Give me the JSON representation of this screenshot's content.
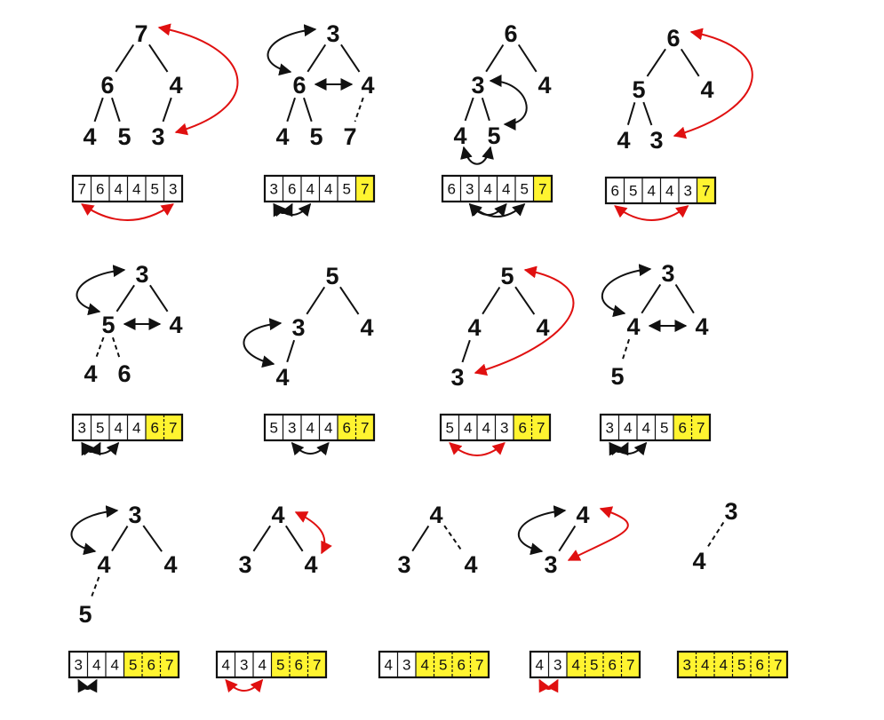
{
  "colors": {
    "ink": "#111111",
    "red": "#e01010",
    "sorted_fill": "#fff430"
  },
  "steps": [
    {
      "tree": {
        "nodes": [
          "7",
          "6",
          "4",
          "4",
          "5",
          "3"
        ],
        "edges": [
          [
            0,
            1,
            "s"
          ],
          [
            0,
            2,
            "s"
          ],
          [
            1,
            3,
            "s"
          ],
          [
            1,
            4,
            "s"
          ],
          [
            2,
            5,
            "s"
          ]
        ]
      },
      "array": {
        "values": [
          "7",
          "6",
          "4",
          "4",
          "5",
          "3"
        ],
        "sorted_from": 6
      },
      "tree_arrows": [
        {
          "from": 0,
          "to": 5,
          "color": "red",
          "style": "swap-curve"
        }
      ],
      "array_arrows": [
        {
          "from": 0,
          "to": 5,
          "color": "red"
        }
      ]
    },
    {
      "tree": {
        "nodes": [
          "3",
          "6",
          "4",
          "4",
          "5",
          "7"
        ],
        "edges": [
          [
            0,
            1,
            "s"
          ],
          [
            0,
            2,
            "s"
          ],
          [
            1,
            3,
            "s"
          ],
          [
            1,
            4,
            "s"
          ],
          [
            2,
            5,
            "d"
          ]
        ]
      },
      "array": {
        "values": [
          "3",
          "6",
          "4",
          "4",
          "5",
          "7"
        ],
        "sorted_from": 5
      },
      "tree_arrows": [
        {
          "from": 0,
          "to": 1,
          "color": "black",
          "style": "compare-left"
        },
        {
          "from": 1,
          "to": 2,
          "color": "black",
          "style": "compare-horizontal"
        }
      ],
      "array_arrows": [
        {
          "from": 0,
          "to": 1,
          "color": "black"
        },
        {
          "from": 0,
          "to": 2,
          "color": "black"
        }
      ]
    },
    {
      "tree": {
        "nodes": [
          "6",
          "3",
          "4",
          "4",
          "5"
        ],
        "edges": [
          [
            0,
            1,
            "s"
          ],
          [
            0,
            2,
            "s"
          ],
          [
            1,
            3,
            "s"
          ],
          [
            1,
            4,
            "s"
          ]
        ]
      },
      "array": {
        "values": [
          "6",
          "3",
          "4",
          "4",
          "5",
          "7"
        ],
        "sorted_from": 5
      },
      "tree_arrows": [
        {
          "from": 1,
          "to": 4,
          "color": "black",
          "style": "compare-right"
        },
        {
          "from": 3,
          "to": 4,
          "color": "black",
          "style": "compare-bottom"
        }
      ],
      "array_arrows": [
        {
          "from": 1,
          "to": 3,
          "color": "black"
        },
        {
          "from": 1,
          "to": 4,
          "color": "black"
        }
      ]
    },
    {
      "tree": {
        "nodes": [
          "6",
          "5",
          "4",
          "4",
          "3"
        ],
        "edges": [
          [
            0,
            1,
            "s"
          ],
          [
            0,
            2,
            "s"
          ],
          [
            1,
            3,
            "s"
          ],
          [
            1,
            4,
            "s"
          ]
        ]
      },
      "array": {
        "values": [
          "6",
          "5",
          "4",
          "4",
          "3",
          "7"
        ],
        "sorted_from": 5
      },
      "tree_arrows": [
        {
          "from": 0,
          "to": 4,
          "color": "red",
          "style": "swap-curve"
        }
      ],
      "array_arrows": [
        {
          "from": 0,
          "to": 4,
          "color": "red"
        }
      ]
    },
    {
      "tree": {
        "nodes": [
          "3",
          "5",
          "4",
          "4",
          "6"
        ],
        "edges": [
          [
            0,
            1,
            "s"
          ],
          [
            0,
            2,
            "s"
          ],
          [
            1,
            3,
            "d"
          ],
          [
            1,
            4,
            "d"
          ]
        ]
      },
      "array": {
        "values": [
          "3",
          "5",
          "4",
          "4",
          "6",
          "7"
        ],
        "sorted_from": 4
      },
      "tree_arrows": [
        {
          "from": 0,
          "to": 1,
          "color": "black",
          "style": "compare-left"
        },
        {
          "from": 1,
          "to": 2,
          "color": "black",
          "style": "compare-horizontal"
        }
      ],
      "array_arrows": [
        {
          "from": 0,
          "to": 1,
          "color": "black"
        },
        {
          "from": 0,
          "to": 2,
          "color": "black"
        }
      ]
    },
    {
      "tree": {
        "nodes": [
          "5",
          "3",
          "4",
          "4"
        ],
        "edges": [
          [
            0,
            1,
            "s"
          ],
          [
            0,
            2,
            "s"
          ],
          [
            1,
            3,
            "s"
          ]
        ]
      },
      "array": {
        "values": [
          "5",
          "3",
          "4",
          "4",
          "6",
          "7"
        ],
        "sorted_from": 4
      },
      "tree_arrows": [
        {
          "from": 1,
          "to": 3,
          "color": "black",
          "style": "compare-left"
        }
      ],
      "array_arrows": [
        {
          "from": 1,
          "to": 3,
          "color": "black"
        }
      ]
    },
    {
      "tree": {
        "nodes": [
          "5",
          "4",
          "4",
          "3"
        ],
        "edges": [
          [
            0,
            1,
            "s"
          ],
          [
            0,
            2,
            "s"
          ],
          [
            1,
            3,
            "s"
          ]
        ]
      },
      "array": {
        "values": [
          "5",
          "4",
          "4",
          "3",
          "6",
          "7"
        ],
        "sorted_from": 4
      },
      "tree_arrows": [
        {
          "from": 0,
          "to": 3,
          "color": "red",
          "style": "swap-curve"
        }
      ],
      "array_arrows": [
        {
          "from": 0,
          "to": 3,
          "color": "red"
        }
      ]
    },
    {
      "tree": {
        "nodes": [
          "3",
          "4",
          "4",
          "5"
        ],
        "edges": [
          [
            0,
            1,
            "s"
          ],
          [
            0,
            2,
            "s"
          ],
          [
            1,
            3,
            "d"
          ]
        ]
      },
      "array": {
        "values": [
          "3",
          "4",
          "4",
          "5",
          "6",
          "7"
        ],
        "sorted_from": 4
      },
      "tree_arrows": [
        {
          "from": 0,
          "to": 1,
          "color": "black",
          "style": "compare-left"
        },
        {
          "from": 1,
          "to": 2,
          "color": "black",
          "style": "compare-horizontal"
        }
      ],
      "array_arrows": [
        {
          "from": 0,
          "to": 1,
          "color": "black"
        },
        {
          "from": 0,
          "to": 2,
          "color": "black"
        }
      ]
    },
    {
      "tree": {
        "nodes": [
          "3",
          "4",
          "4",
          "5"
        ],
        "edges": [
          [
            0,
            1,
            "s"
          ],
          [
            0,
            2,
            "s"
          ],
          [
            1,
            3,
            "d"
          ]
        ]
      },
      "array": {
        "values": [
          "3",
          "4",
          "4",
          "5",
          "6",
          "7"
        ],
        "sorted_from": 3
      },
      "tree_arrows": [
        {
          "from": 0,
          "to": 1,
          "color": "black",
          "style": "compare-left"
        }
      ],
      "array_arrows": [
        {
          "from": 0,
          "to": 1,
          "color": "black"
        }
      ]
    },
    {
      "tree": {
        "nodes": [
          "4",
          "3",
          "4"
        ],
        "edges": [
          [
            0,
            1,
            "s"
          ],
          [
            0,
            2,
            "s"
          ]
        ]
      },
      "array": {
        "values": [
          "4",
          "3",
          "4",
          "5",
          "6",
          "7"
        ],
        "sorted_from": 3
      },
      "tree_arrows": [
        {
          "from": 0,
          "to": 2,
          "color": "red",
          "style": "swap-short"
        }
      ],
      "array_arrows": [
        {
          "from": 0,
          "to": 2,
          "color": "red"
        }
      ]
    },
    {
      "tree": {
        "nodes": [
          "4",
          "3",
          "4"
        ],
        "edges": [
          [
            0,
            1,
            "s"
          ],
          [
            0,
            2,
            "d"
          ]
        ]
      },
      "array": {
        "values": [
          "4",
          "3",
          "4",
          "5",
          "6",
          "7"
        ],
        "sorted_from": 2
      },
      "tree_arrows": [],
      "array_arrows": []
    },
    {
      "tree": {
        "nodes": [
          "4",
          "3"
        ],
        "edges": [
          [
            0,
            1,
            "s"
          ]
        ]
      },
      "array": {
        "values": [
          "4",
          "3",
          "4",
          "5",
          "6",
          "7"
        ],
        "sorted_from": 2
      },
      "tree_arrows": [
        {
          "from": 0,
          "to": 1,
          "color": "black",
          "style": "compare-left"
        },
        {
          "from": 0,
          "to": 1,
          "color": "red",
          "style": "swap-curve"
        }
      ],
      "array_arrows": [
        {
          "from": 0,
          "to": 1,
          "color": "red"
        }
      ]
    },
    {
      "tree": {
        "nodes": [
          "3",
          "4"
        ],
        "edges": [
          [
            0,
            1,
            "d"
          ]
        ]
      },
      "array": {
        "values": [
          "3",
          "4",
          "4",
          "5",
          "6",
          "7"
        ],
        "sorted_from": 0
      },
      "tree_arrows": [],
      "array_arrows": []
    }
  ]
}
